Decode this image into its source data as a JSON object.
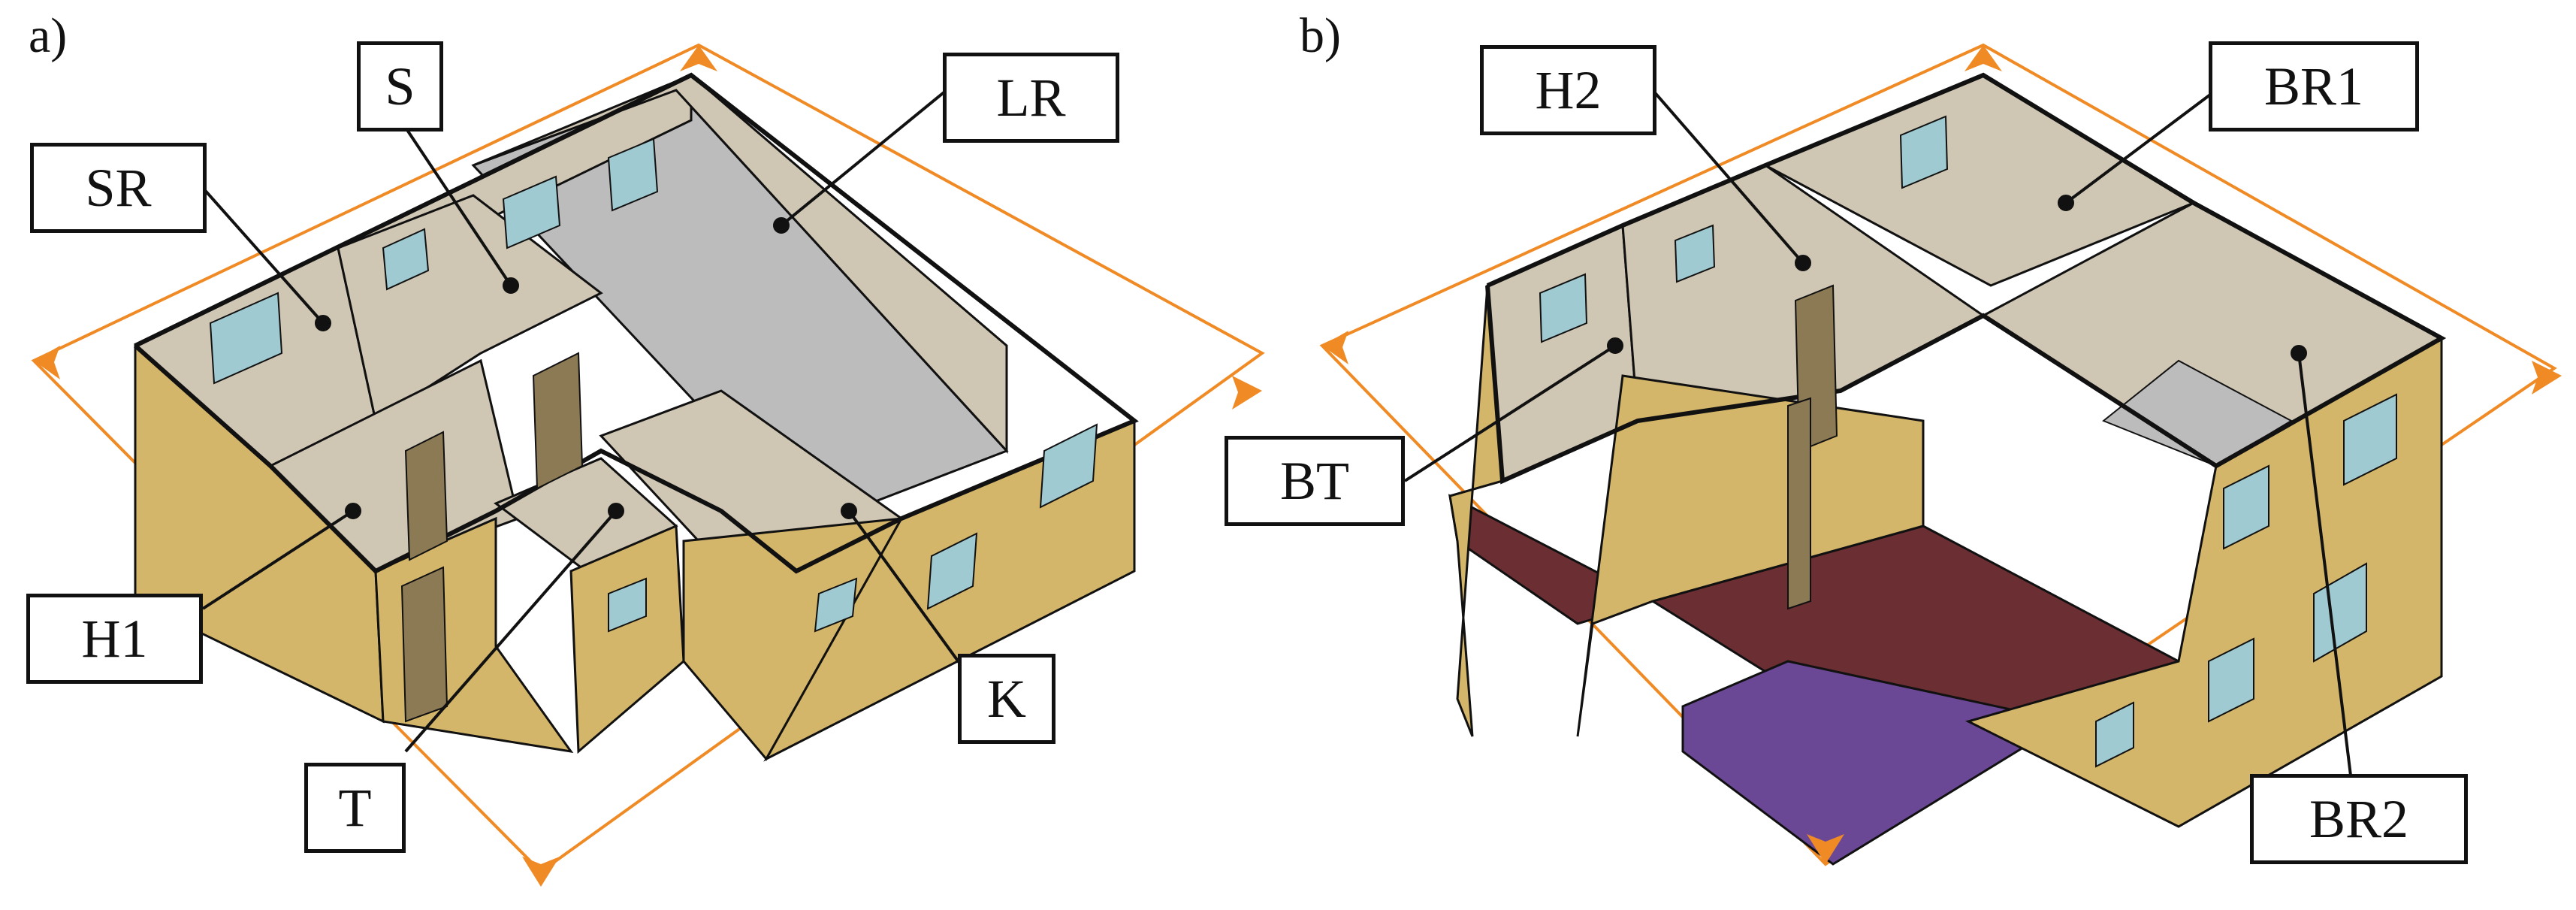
{
  "panels": {
    "a": {
      "letter": "a)",
      "labels": {
        "S": "S",
        "LR": "LR",
        "SR": "SR",
        "H1": "H1",
        "T": "T",
        "K": "K"
      }
    },
    "b": {
      "letter": "b)",
      "labels": {
        "H2": "H2",
        "BR1": "BR1",
        "BT": "BT",
        "BR2": "BR2"
      }
    }
  },
  "colors": {
    "wall_exterior": "#d4b66a",
    "wall_interior": "#cfc7b4",
    "floor": "#bcbcbc",
    "window": "#9fcad2",
    "door": "#8c7a55",
    "roof_dark": "#6b2e32",
    "roof_purple": "#6a4896",
    "boundary": "#f08a24",
    "outline": "#111111"
  }
}
